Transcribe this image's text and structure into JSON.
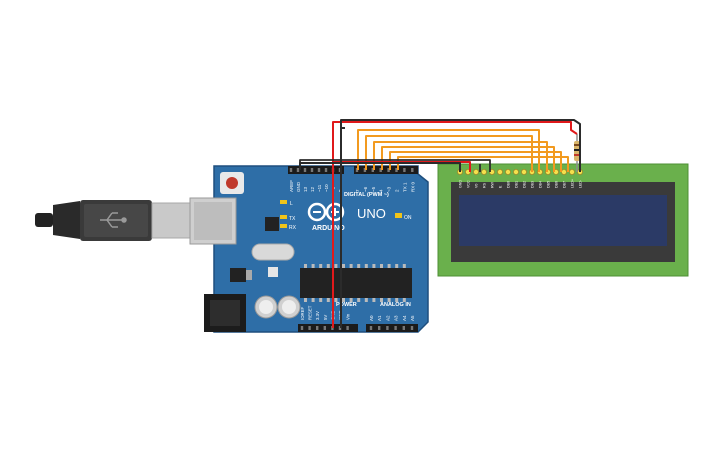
{
  "board": {
    "brand": "ARDUINO",
    "model": "UNO",
    "on_label": "ON",
    "l_label": "L",
    "tx_label": "TX",
    "rx_label": "RX",
    "digital_label": "DIGITAL (PWM ~)",
    "power_label": "POWER",
    "analog_label": "ANALOG IN",
    "top_pins": [
      "AREF",
      "GND",
      "13",
      "12",
      "~11",
      "~10",
      "~9",
      "8",
      "7",
      "~6",
      "~5",
      "4",
      "~3",
      "2",
      "TX 1",
      "RX 0"
    ],
    "power_pins": [
      "IOREF",
      "RESET",
      "3.3V",
      "5V",
      "GND",
      "GND",
      "Vin"
    ],
    "analog_pins": [
      "A0",
      "A1",
      "A2",
      "A3",
      "A4",
      "A5"
    ]
  },
  "lcd": {
    "pins": [
      "GND",
      "VCC",
      "V0",
      "RS",
      "RW",
      "E",
      "DB0",
      "DB1",
      "DB2",
      "DB3",
      "DB4",
      "DB5",
      "DB6",
      "DB7",
      "LED+",
      "LED-"
    ]
  },
  "colors": {
    "board": "#2e6ea7",
    "board_edge": "#1f4f7e",
    "lcd_pcb": "#6ab04c",
    "lcd_screen": "#2b3a66",
    "wire_orange": "#f29a1f",
    "wire_red": "#e0191b",
    "wire_black": "#2b2b2b",
    "usb_plug": "#3a3a3a"
  },
  "icons": {
    "usb": "usb-icon"
  }
}
